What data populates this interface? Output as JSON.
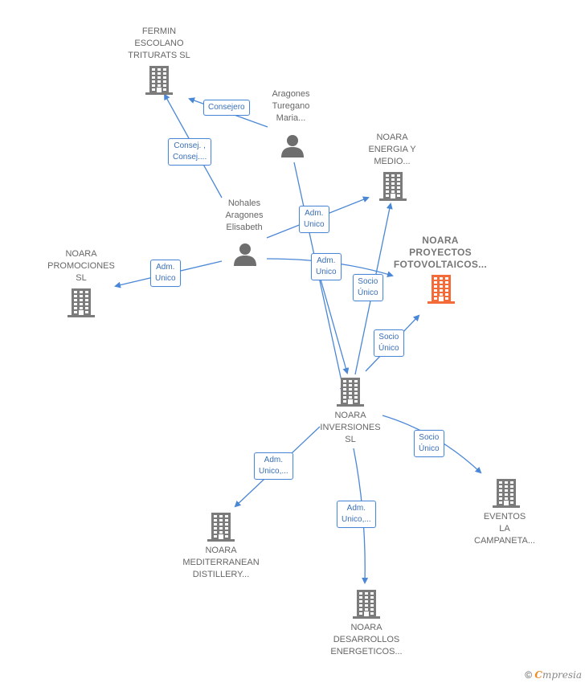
{
  "colors": {
    "edge": "#4a87d6",
    "company": "#7b7b7b",
    "highlight": "#f26b38",
    "person": "#6e6e6e"
  },
  "nodes": [
    {
      "id": "fermin",
      "type": "company",
      "label": "FERMIN\nESCOLANO\nTRITURATS SL"
    },
    {
      "id": "aragones",
      "type": "person",
      "label": "Aragones\nTuregano\nMaria..."
    },
    {
      "id": "noara-energia",
      "type": "company",
      "label": "NOARA\nENERGIA Y\nMEDIO..."
    },
    {
      "id": "nohales",
      "type": "person",
      "label": "Nohales\nAragones\nElisabeth"
    },
    {
      "id": "noara-proyectos",
      "type": "company-highlight",
      "label": "NOARA\nPROYECTOS\nFOTOVOLTAICOS..."
    },
    {
      "id": "noara-promociones",
      "type": "company",
      "label": "NOARA\nPROMOCIONES\nSL"
    },
    {
      "id": "noara-inversiones",
      "type": "company",
      "label": "NOARA\nINVERSIONES\nSL"
    },
    {
      "id": "eventos",
      "type": "company",
      "label": "EVENTOS\nLA\nCAMPANETA..."
    },
    {
      "id": "noara-mediterranean",
      "type": "company",
      "label": "NOARA\nMEDITERRANEAN\nDISTILLERY..."
    },
    {
      "id": "noara-desarrollos",
      "type": "company",
      "label": "NOARA\nDESARROLLOS\nENERGETICOS..."
    }
  ],
  "relations": [
    {
      "id": "r1",
      "label": "Consejero"
    },
    {
      "id": "r2",
      "label": "Consej. ,\nConsej...."
    },
    {
      "id": "r3",
      "label": "Adm.\nUnico"
    },
    {
      "id": "r4",
      "label": "Adm.\nUnico"
    },
    {
      "id": "r5",
      "label": "Adm.\nUnico"
    },
    {
      "id": "r6",
      "label": "Socio\nÚnico"
    },
    {
      "id": "r7",
      "label": "Socio\nÚnico"
    },
    {
      "id": "r8",
      "label": "Socio\nÚnico"
    },
    {
      "id": "r9",
      "label": "Adm.\nUnico,..."
    },
    {
      "id": "r10",
      "label": "Adm.\nUnico,..."
    }
  ],
  "footer": {
    "copyright_symbol": "©",
    "brand_first": "C",
    "brand_rest": "mpresia"
  }
}
